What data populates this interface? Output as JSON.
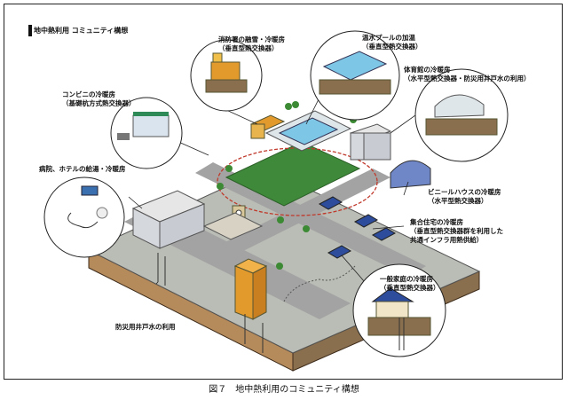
{
  "figure_title": "地中熱利用 コミュニティ構想",
  "caption": "図７　地中熱利用のコミュニティ構想",
  "callouts": {
    "fire_station": [
      "消防署の融雪・冷暖房",
      "（垂直型熱交換器）"
    ],
    "pool": [
      "温水プールの加温",
      "（垂直型熱交換器）"
    ],
    "gym": [
      "体育館の冷暖房",
      "（水平型熱交換器・防災用井戸水の利用）"
    ],
    "convenience_store": [
      "コンビニの冷暖房",
      "（基礎杭方式熱交換器）"
    ],
    "hospital_hotel": [
      "病院、ホテルの給湯・冷暖房"
    ],
    "greenhouse": [
      "ビニールハウスの冷暖房",
      "（水平型熱交換器）"
    ],
    "apartment": [
      "集合住宅の冷暖房",
      "（垂直型熱交換器群を利用した",
      "共通インフラ用熱供給）"
    ],
    "house": [
      "一般家庭の冷暖房",
      "（垂直型熱交換器）"
    ],
    "disaster_well": [
      "防災用井戸水の利用"
    ]
  },
  "colors": {
    "ground": "#8a6f4e",
    "road": "#9a9a9a",
    "grass": "#3f8a3a",
    "boundary": "#c0392b",
    "building_orange": "#e39a2d",
    "water": "#7ec6e6"
  }
}
